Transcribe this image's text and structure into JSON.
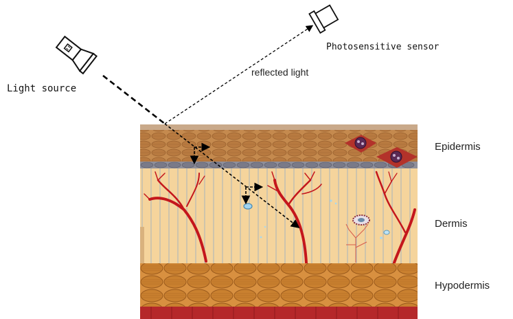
{
  "labels": {
    "light_source": "Light source",
    "sensor": "Photosensitive sensor",
    "reflected": "reflected light",
    "epidermis": "Epidermis",
    "dermis": "Dermis",
    "hypodermis": "Hypodermis"
  },
  "icons": {
    "light_source": "flashlight-icon",
    "sensor": "photosensor-icon"
  },
  "colors": {
    "epidermis": "#c58a4e",
    "epidermis_border": "#8f8f9a",
    "dermis": "#f5d49c",
    "vessel": "#c4161c",
    "hypodermis": "#c9802f",
    "hypodermis_base": "#b5282a",
    "ray": "#000000"
  }
}
